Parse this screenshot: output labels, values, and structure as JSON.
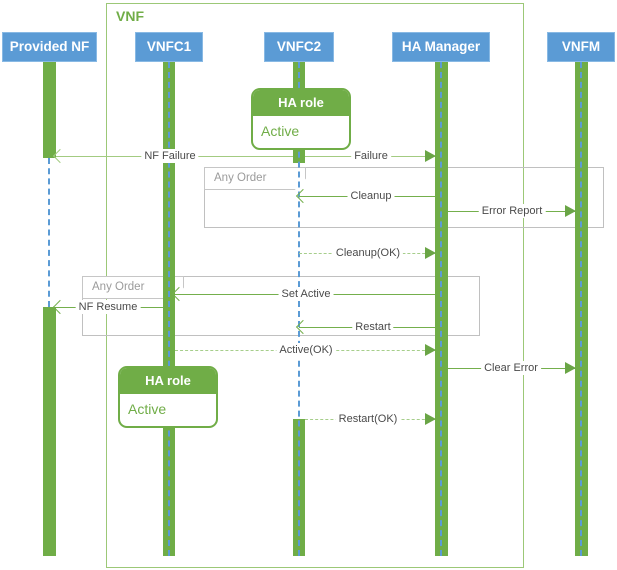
{
  "diagram": {
    "frame_label": "VNF",
    "actors": [
      {
        "label": "Provided NF"
      },
      {
        "label": "VNFC1"
      },
      {
        "label": "VNFC2"
      },
      {
        "label": "HA Manager"
      },
      {
        "label": "VNFM"
      }
    ],
    "fragments": [
      {
        "label": "Any Order"
      },
      {
        "label": "Any Order"
      }
    ],
    "notes": [
      {
        "title": "HA role",
        "body": "Active",
        "over": "VNFC2"
      },
      {
        "title": "HA role",
        "body": "Active",
        "over": "VNFC1"
      }
    ],
    "messages": [
      {
        "label": "NF Failure",
        "from": "VNFC2",
        "to": "Provided NF",
        "line": "solid",
        "head": "open"
      },
      {
        "label": "Failure",
        "from": "VNFC2",
        "to": "HA Manager",
        "line": "solid",
        "head": "filled"
      },
      {
        "label": "Cleanup",
        "from": "HA Manager",
        "to": "VNFC2",
        "line": "solid",
        "head": "open"
      },
      {
        "label": "Error Report",
        "from": "HA Manager",
        "to": "VNFM",
        "line": "solid",
        "head": "filled"
      },
      {
        "label": "Cleanup(OK)",
        "from": "VNFC2",
        "to": "HA Manager",
        "line": "dashed",
        "head": "filled"
      },
      {
        "label": "Set Active",
        "from": "HA Manager",
        "to": "VNFC1",
        "line": "solid",
        "head": "open"
      },
      {
        "label": "NF Resume",
        "from": "VNFC1",
        "to": "Provided NF",
        "line": "solid",
        "head": "open"
      },
      {
        "label": "Restart",
        "from": "HA Manager",
        "to": "VNFC2",
        "line": "solid",
        "head": "open"
      },
      {
        "label": "Active(OK)",
        "from": "VNFC1",
        "to": "HA Manager",
        "line": "dashed",
        "head": "filled"
      },
      {
        "label": "Clear Error",
        "from": "HA Manager",
        "to": "VNFM",
        "line": "solid",
        "head": "filled"
      },
      {
        "label": "Restart(OK)",
        "from": "VNFC2",
        "to": "HA Manager",
        "line": "dashed",
        "head": "filled"
      }
    ],
    "colors": {
      "actor_bg": "#5B9BD5",
      "activation_green": "#70AD47",
      "frame_border": "#9CC877",
      "lifeline_dash_blue": "#5B9BD5",
      "message_green": "#74AF4C",
      "reply_dash_green": "#A6CE8B",
      "fragment_border_gray": "#C0C0C0",
      "label_text": "#4A4A4A"
    }
  }
}
